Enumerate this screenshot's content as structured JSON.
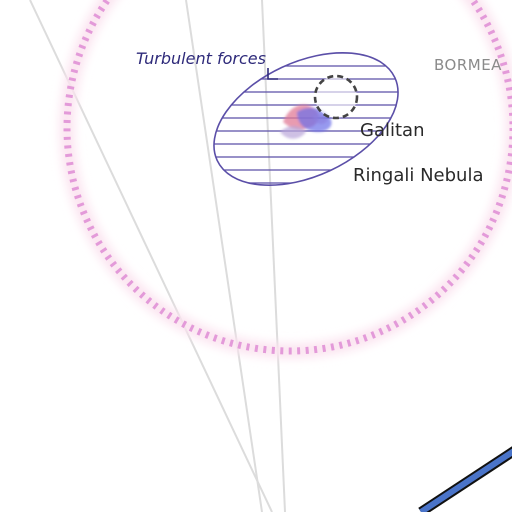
{
  "labels": {
    "zone_label": "Turbulent forces",
    "system_name": "Galitan",
    "nebula_name": "Ringali Nebula",
    "region_name": "BORMEA"
  },
  "colors": {
    "background": "#ffffff",
    "zone_stroke": "#5b4fa8",
    "ring_dash": "#e39ad9",
    "ring_glow": "#fbe3ef",
    "route_fill": "#4a74c9",
    "route_outline": "#111111",
    "lane_line": "#dcdcdc",
    "marker_ring": "#444444",
    "cluster_red": "#e07a96",
    "cluster_blue": "#6b6ee8",
    "cluster_purple": "#b9a5d8"
  },
  "icons": {
    "system_marker": "dashed-circle-icon",
    "cluster": "star-cluster-icon"
  }
}
